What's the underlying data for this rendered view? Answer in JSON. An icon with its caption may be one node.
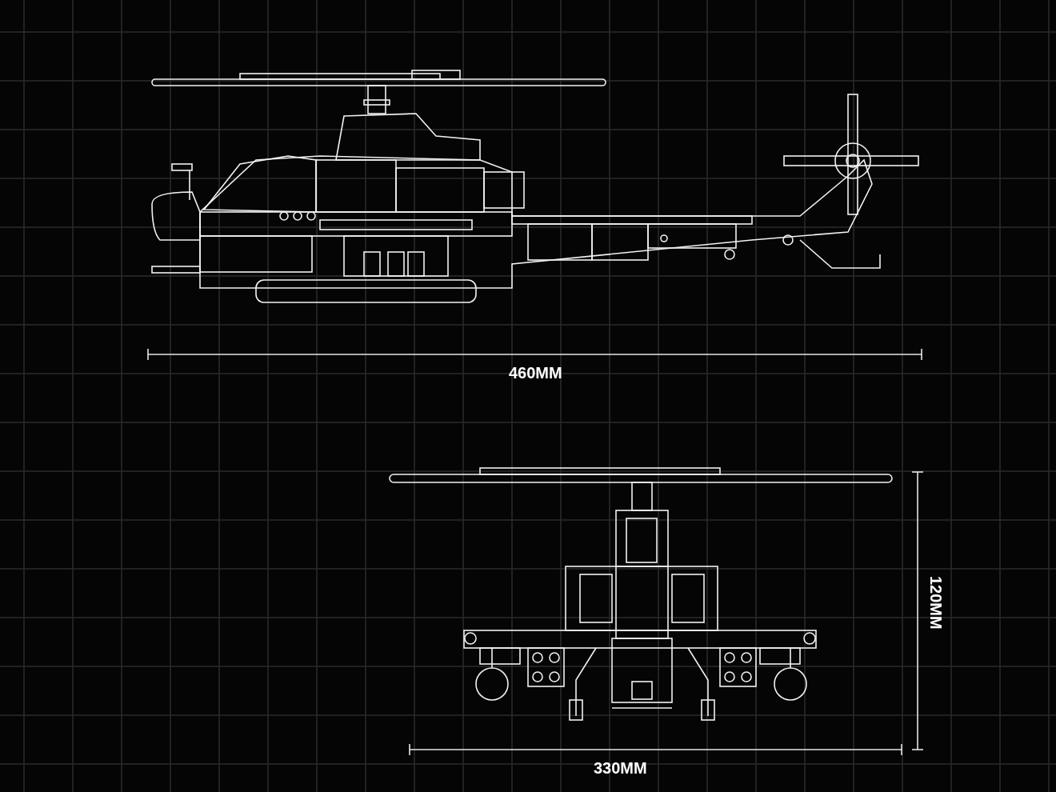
{
  "diagram": {
    "labels": [
      "460MM",
      "120MM",
      "330MM"
    ]
  }
}
